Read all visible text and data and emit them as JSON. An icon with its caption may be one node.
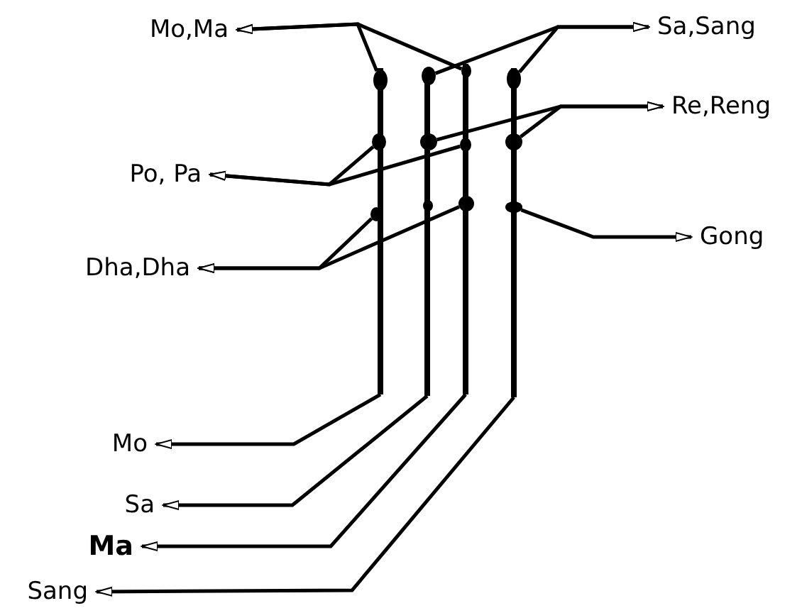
{
  "diagram": {
    "nodes": [
      {
        "text": [
          "Mo,Ma"
        ]
      },
      {
        "text": [
          "Sa,Sang"
        ]
      },
      {
        "text": [],
        "shape": "bar"
      },
      {
        "text": [],
        "shape": "bar"
      },
      {
        "text": [],
        "shape": "bar"
      },
      {
        "text": [],
        "shape": "bar"
      },
      {
        "text": [],
        "shape": "circle"
      },
      {
        "text": [],
        "shape": "circle"
      },
      {
        "text": [],
        "shape": "circle"
      },
      {
        "text": [],
        "shape": "circle"
      },
      {
        "text": [
          "Re,Reng"
        ]
      },
      {
        "text": [
          "Po, Pa"
        ]
      },
      {
        "text": [],
        "shape": "circle"
      },
      {
        "text": [],
        "shape": "circle"
      },
      {
        "text": [],
        "shape": "circle"
      },
      {
        "text": [],
        "shape": "circle"
      },
      {
        "text": [],
        "shape": "circle"
      },
      {
        "text": [],
        "shape": "circle"
      },
      {
        "text": [],
        "shape": "circle"
      },
      {
        "text": [],
        "shape": "circle"
      },
      {
        "text": [
          "Gong"
        ]
      },
      {
        "text": [
          "Dha,Dha"
        ]
      },
      {
        "text": [
          "Mo"
        ]
      },
      {
        "text": [
          "Sa"
        ]
      },
      {
        "text": [
          "Ma"
        ]
      },
      {
        "text": [
          "Sang"
        ]
      }
    ],
    "edges": [
      {
        "from": 6,
        "to": 0,
        "arrow": "to"
      },
      {
        "from": 8,
        "to": 0,
        "arrow": "to"
      },
      {
        "from": 7,
        "to": 1,
        "arrow": "to"
      },
      {
        "from": 9,
        "to": 1,
        "arrow": "to"
      },
      {
        "from": 13,
        "to": 10,
        "arrow": "to"
      },
      {
        "from": 15,
        "to": 10,
        "arrow": "to"
      },
      {
        "from": 12,
        "to": 11,
        "arrow": "to"
      },
      {
        "from": 14,
        "to": 11,
        "arrow": "to"
      },
      {
        "from": 19,
        "to": 20,
        "arrow": "to"
      },
      {
        "from": 16,
        "to": 21,
        "arrow": "to"
      },
      {
        "from": 18,
        "to": 21,
        "arrow": "to"
      },
      {
        "from": 2,
        "to": 22,
        "arrow": "to"
      },
      {
        "from": 3,
        "to": 23,
        "arrow": "to"
      },
      {
        "from": 4,
        "to": 24,
        "arrow": "to"
      },
      {
        "from": 5,
        "to": 25,
        "arrow": "to"
      }
    ]
  }
}
